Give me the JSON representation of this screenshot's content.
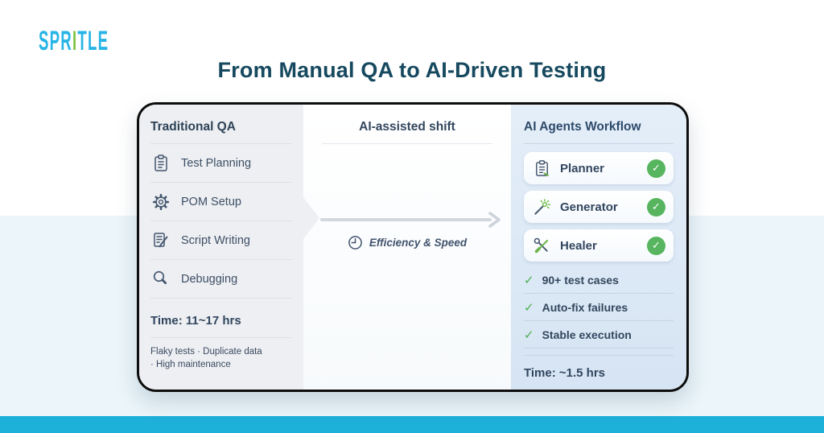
{
  "logo": {
    "part1": "SPR",
    "part2": "I",
    "part3": "TLE"
  },
  "title": "From Manual QA to AI-Driven Testing",
  "traditional": {
    "header": "Traditional QA",
    "items": [
      {
        "icon": "clipboard-icon",
        "label": "Test Planning"
      },
      {
        "icon": "gear-icon",
        "label": "POM Setup"
      },
      {
        "icon": "script-writing-icon",
        "label": "Script Writing"
      },
      {
        "icon": "magnifier-icon",
        "label": "Debugging"
      }
    ],
    "time": "Time: 11~17 hrs",
    "issues": [
      "Flaky tests · Duplicate data",
      "· High maintenance"
    ]
  },
  "shift": {
    "header": "AI-assisted shift",
    "caption": "Efficiency & Speed"
  },
  "agents": {
    "header": "AI Agents Workflow",
    "cards": [
      {
        "icon": "planner-clipboard-icon",
        "label": "Planner",
        "status": "done"
      },
      {
        "icon": "magic-wand-icon",
        "label": "Generator",
        "status": "done"
      },
      {
        "icon": "tools-icon",
        "label": "Healer",
        "status": "done"
      }
    ],
    "benefits": [
      "90+ test cases",
      "Auto-fix failures",
      "Stable execution"
    ],
    "time": "Time: ~1.5 hrs"
  },
  "glyphs": {
    "check": "✓"
  },
  "colors": {
    "logo_blue": "#29b4e7",
    "logo_green": "#7fc241",
    "title_navy": "#16495f",
    "footer_cyan": "#1db0d8",
    "band_light_blue": "#ebf5fa",
    "left_panel_gray": "#edeff2",
    "right_panel_blue": "#d6e4f3",
    "success_green": "#56b55e",
    "icon_slate": "#44556e"
  }
}
